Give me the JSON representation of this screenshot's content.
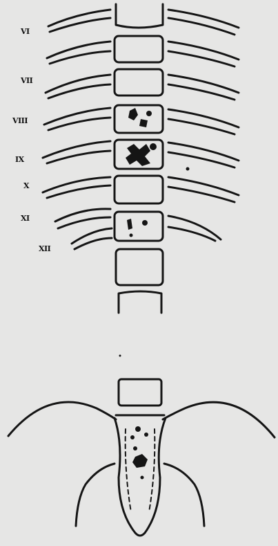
{
  "figure": {
    "vertebra_labels": [
      "VI",
      "VII",
      "VIII",
      "IX",
      "X",
      "XI",
      "XII"
    ]
  }
}
